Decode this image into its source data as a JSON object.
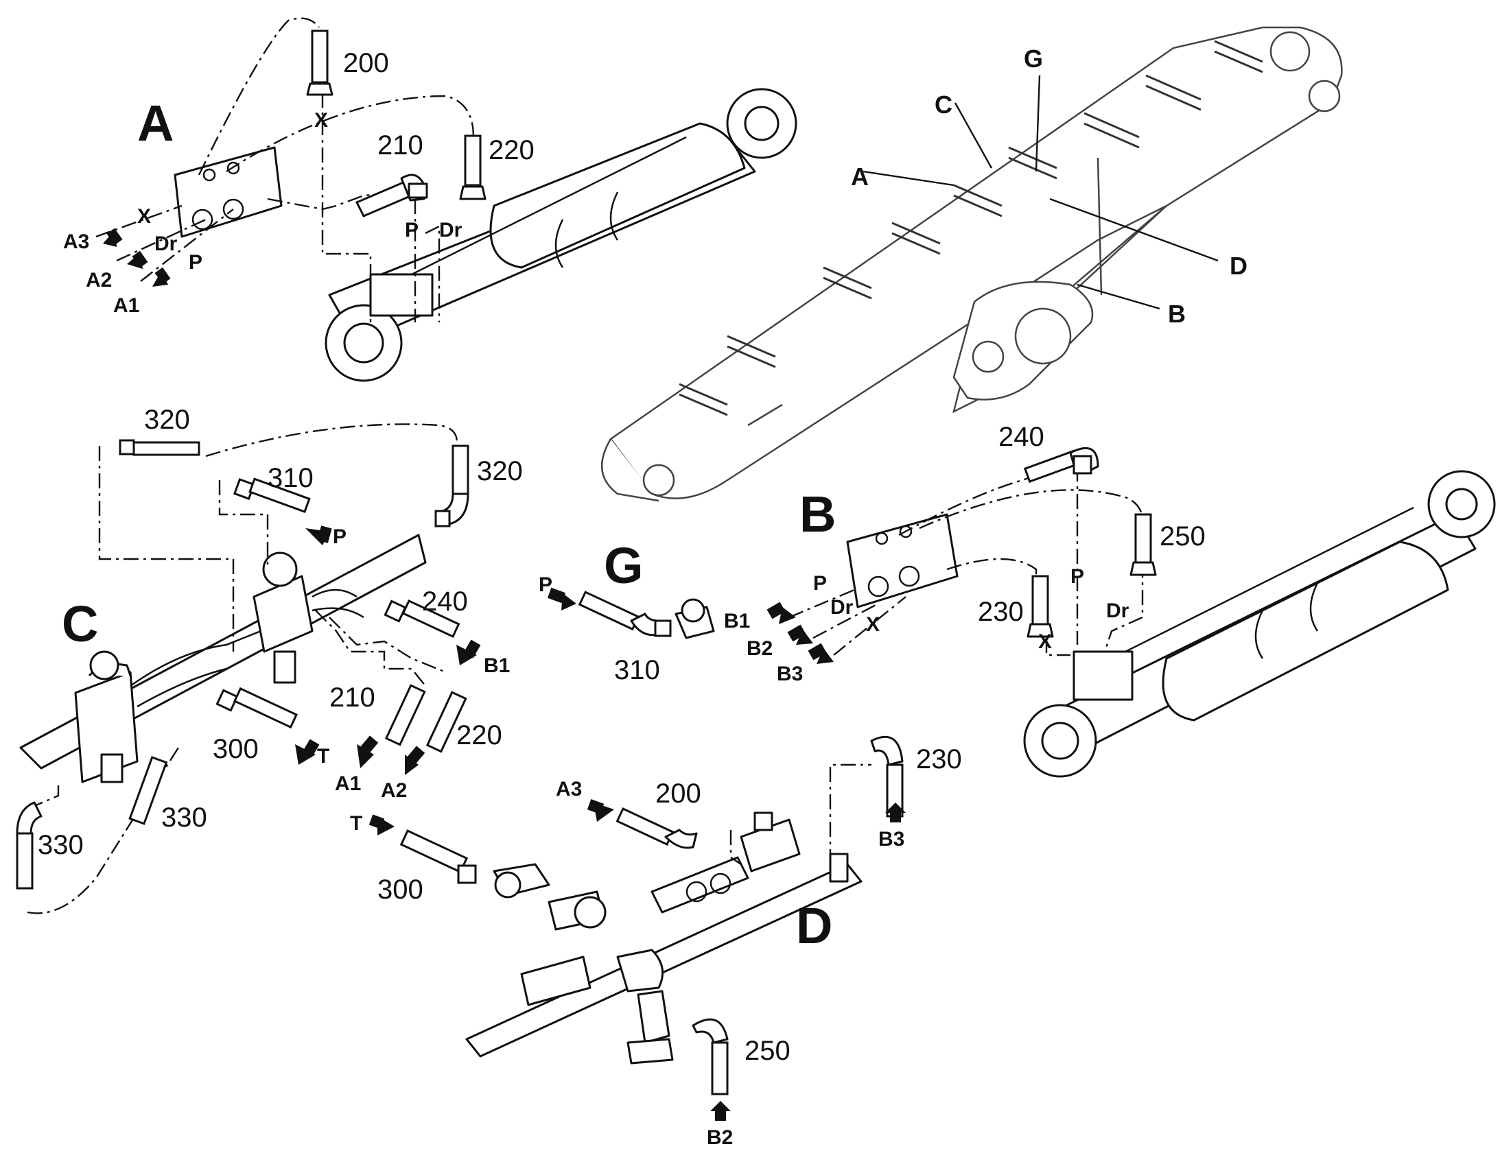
{
  "sections": [
    "A",
    "B",
    "C",
    "D",
    "G"
  ],
  "boom_callouts": [
    "A",
    "B",
    "C",
    "D",
    "G"
  ],
  "part_numbers": [
    "200",
    "210",
    "220",
    "230",
    "240",
    "250",
    "300",
    "310",
    "320",
    "330"
  ],
  "ports": [
    "X",
    "Dr",
    "P",
    "T",
    "A1",
    "A2",
    "A3",
    "B1",
    "B2",
    "B3"
  ]
}
